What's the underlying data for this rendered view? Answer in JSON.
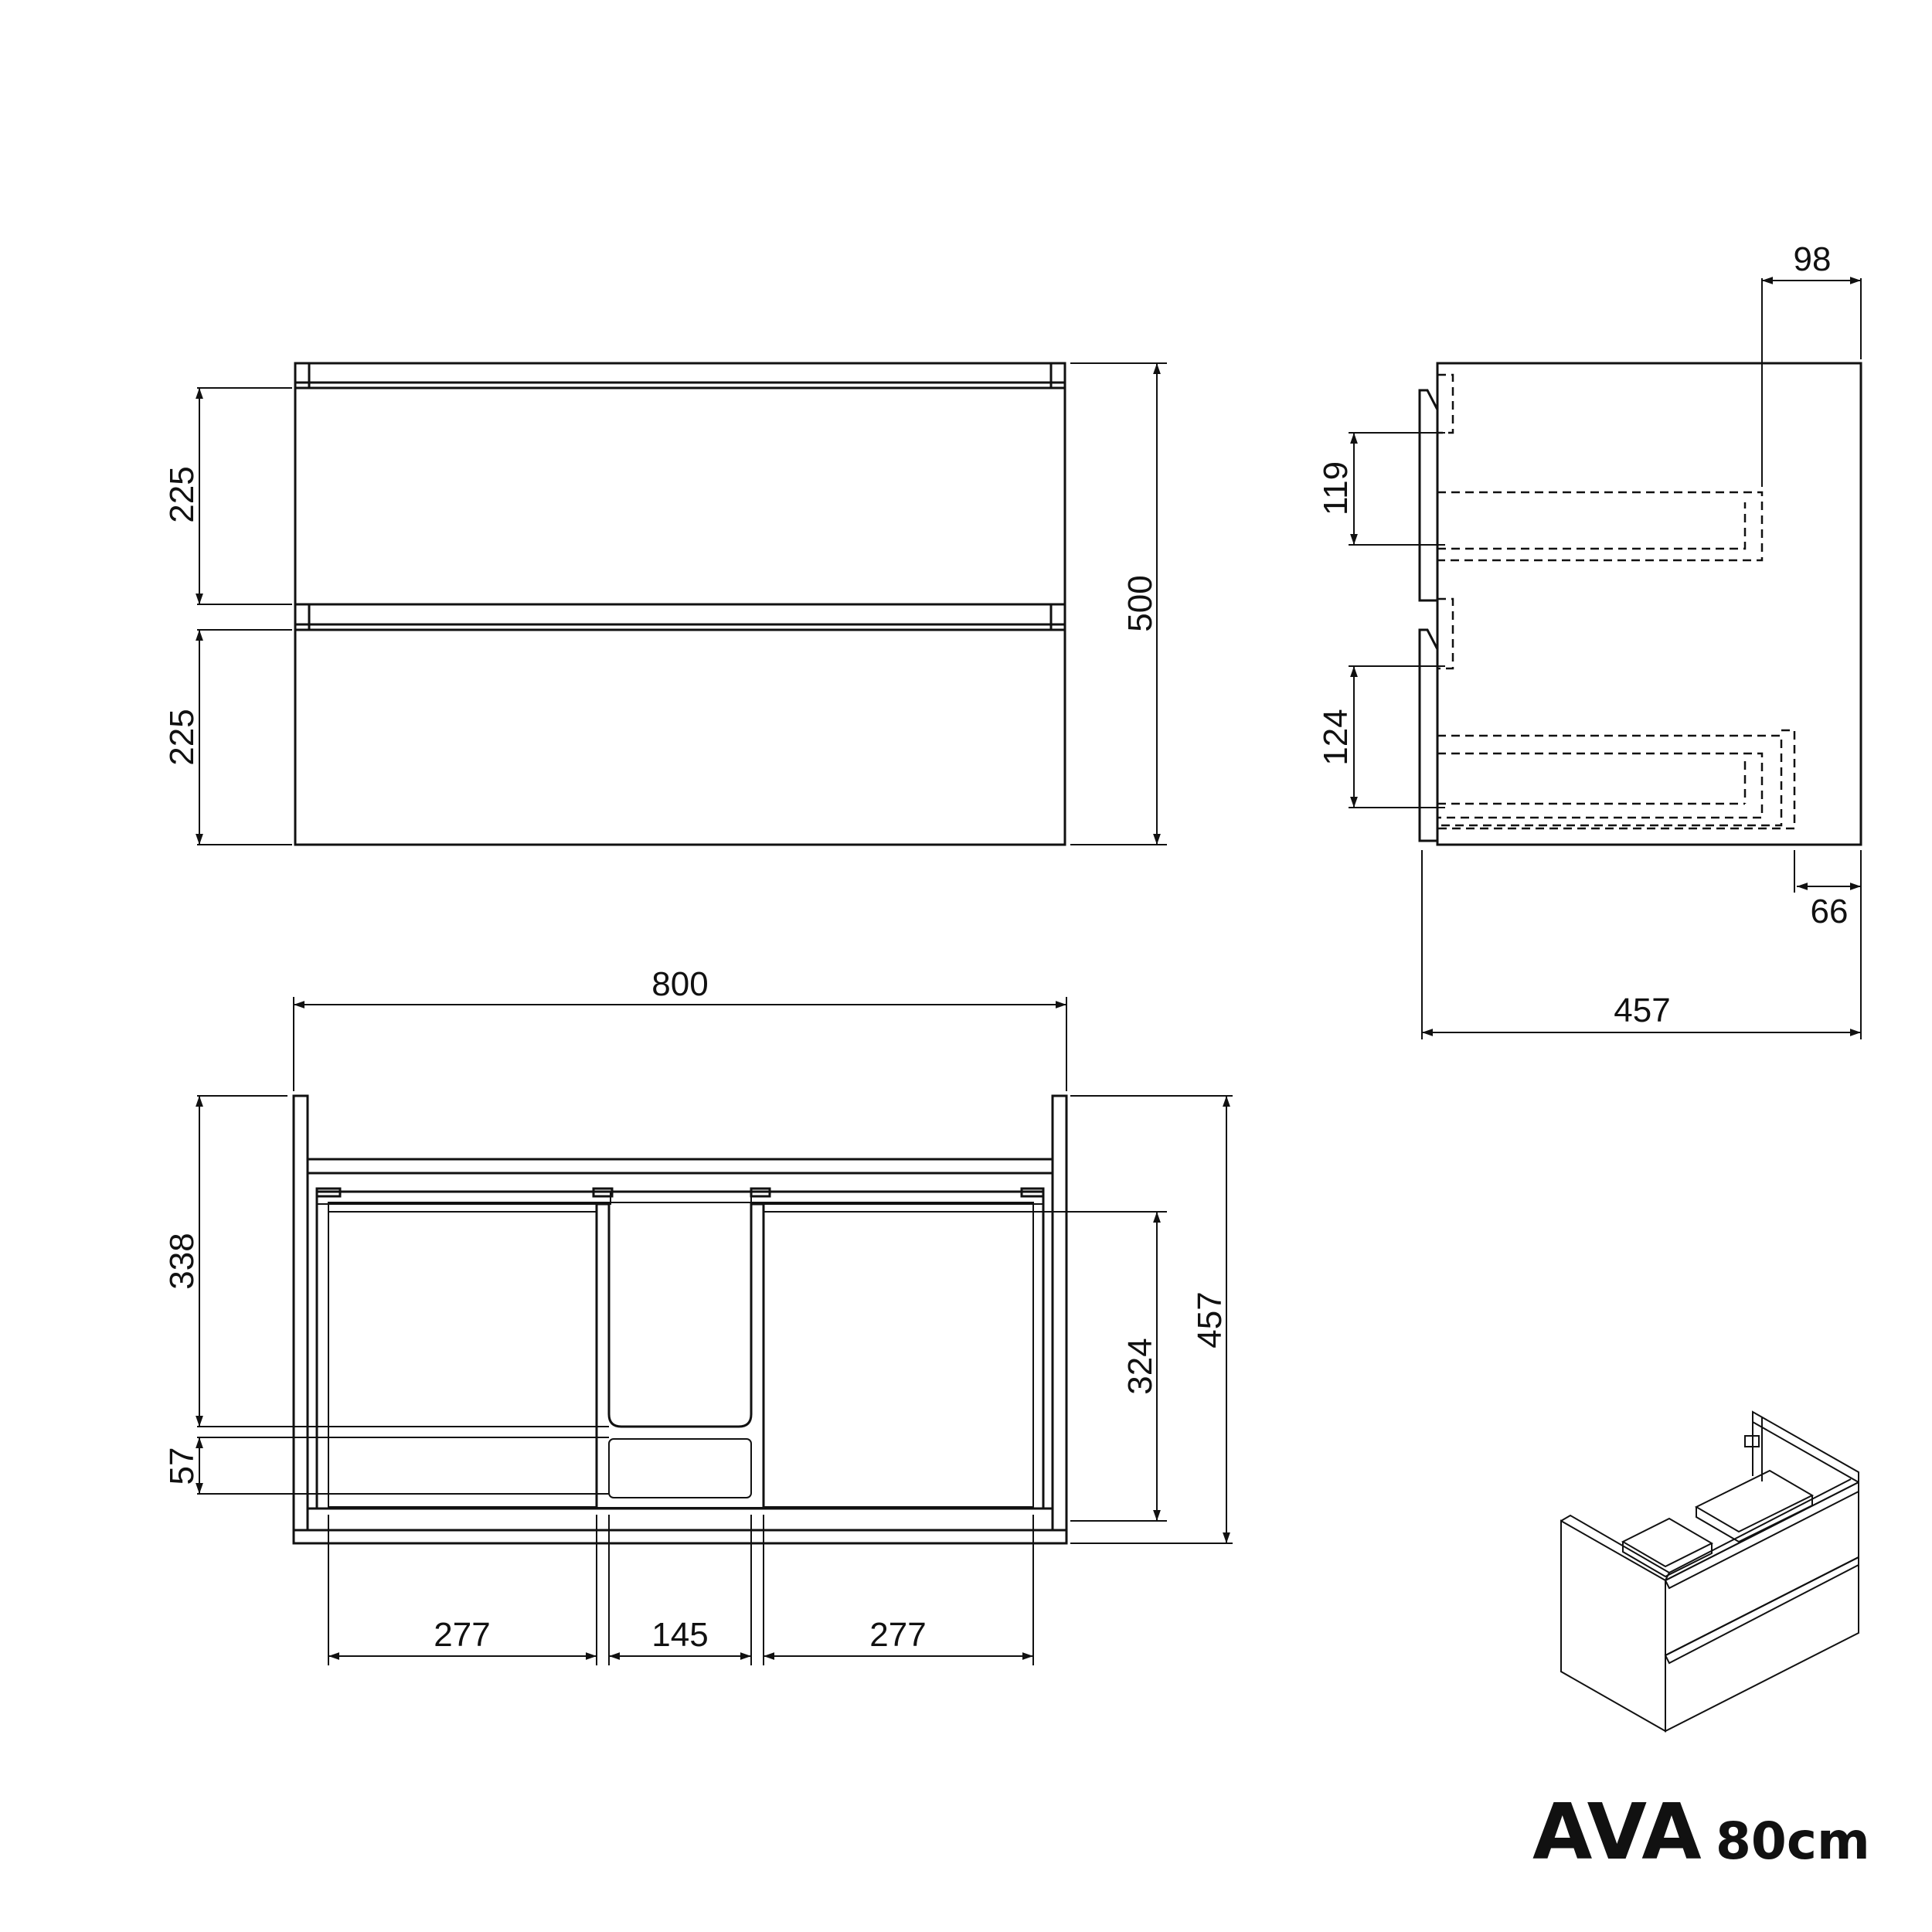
{
  "title": {
    "name": "AVA",
    "size": "80cm"
  },
  "front_view": {
    "drawer_height_top": "225",
    "drawer_height_bottom": "225",
    "total_height": "500"
  },
  "side_view": {
    "top_depth_offset": "98",
    "upper_drawer_inner_height": "119",
    "lower_drawer_inner_height": "124",
    "bottom_offset": "66",
    "total_depth": "457"
  },
  "top_view": {
    "total_width": "800",
    "inner_depth_left": "338",
    "cutout_depth": "57",
    "inner_depth_right": "324",
    "total_depth": "457",
    "compartment_left_width": "277",
    "compartment_center_width": "145",
    "compartment_right_width": "277"
  },
  "colors": {
    "line": "#111111",
    "background": "#ffffff"
  }
}
